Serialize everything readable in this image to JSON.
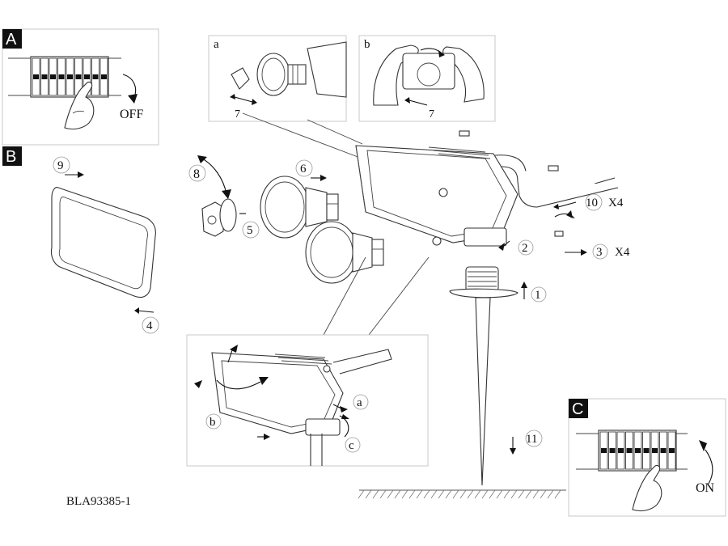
{
  "panels": {
    "A": {
      "badge": "A",
      "action_text": "OFF"
    },
    "B": {
      "badge": "B"
    },
    "C": {
      "badge": "C",
      "action_text": "ON"
    }
  },
  "insets": {
    "top_left": {
      "label": "a",
      "step": "7"
    },
    "top_right": {
      "label": "b",
      "step": "7"
    },
    "bottom": {
      "label_a": "a",
      "label_b": "b",
      "label_c": "c"
    }
  },
  "steps": {
    "s1": "1",
    "s2": "2",
    "s3": "3",
    "s3_qty": "X4",
    "s4": "4",
    "s5": "5",
    "s6": "6",
    "s8": "8",
    "s9": "9",
    "s10": "10",
    "s10_qty": "X4",
    "s11": "11"
  },
  "model_code": "BLA93385-1",
  "icons": [
    "hand-icon",
    "breaker-panel-icon",
    "bulb-icon",
    "screw-icon",
    "arrow-icon"
  ]
}
